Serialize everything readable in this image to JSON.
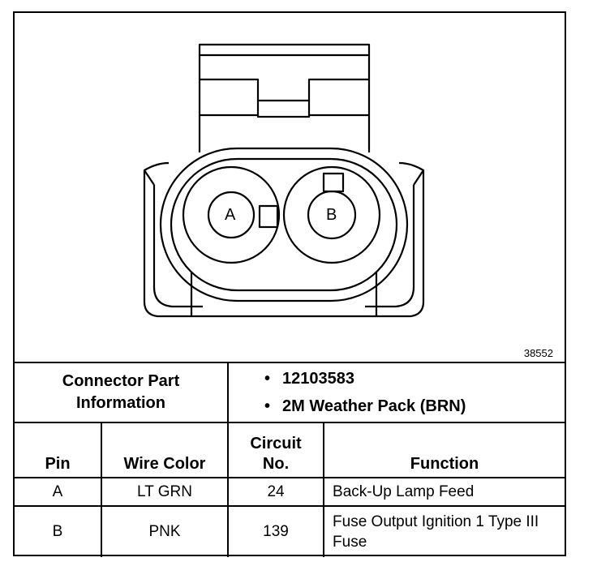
{
  "figure": {
    "id": "38552",
    "pins": [
      "A",
      "B"
    ]
  },
  "connector_info": {
    "label": "Connector Part Information",
    "items": [
      "12103583",
      "2M Weather Pack (BRN)"
    ]
  },
  "table": {
    "headers": {
      "pin": "Pin",
      "wire_color": "Wire Color",
      "circuit_no": "Circuit No.",
      "function": "Function"
    },
    "rows": [
      {
        "pin": "A",
        "wire_color": "LT GRN",
        "circuit_no": "24",
        "function": "Back-Up Lamp Feed"
      },
      {
        "pin": "B",
        "wire_color": "PNK",
        "circuit_no": "139",
        "function": "Fuse Output Ignition 1 Type III Fuse"
      }
    ]
  }
}
